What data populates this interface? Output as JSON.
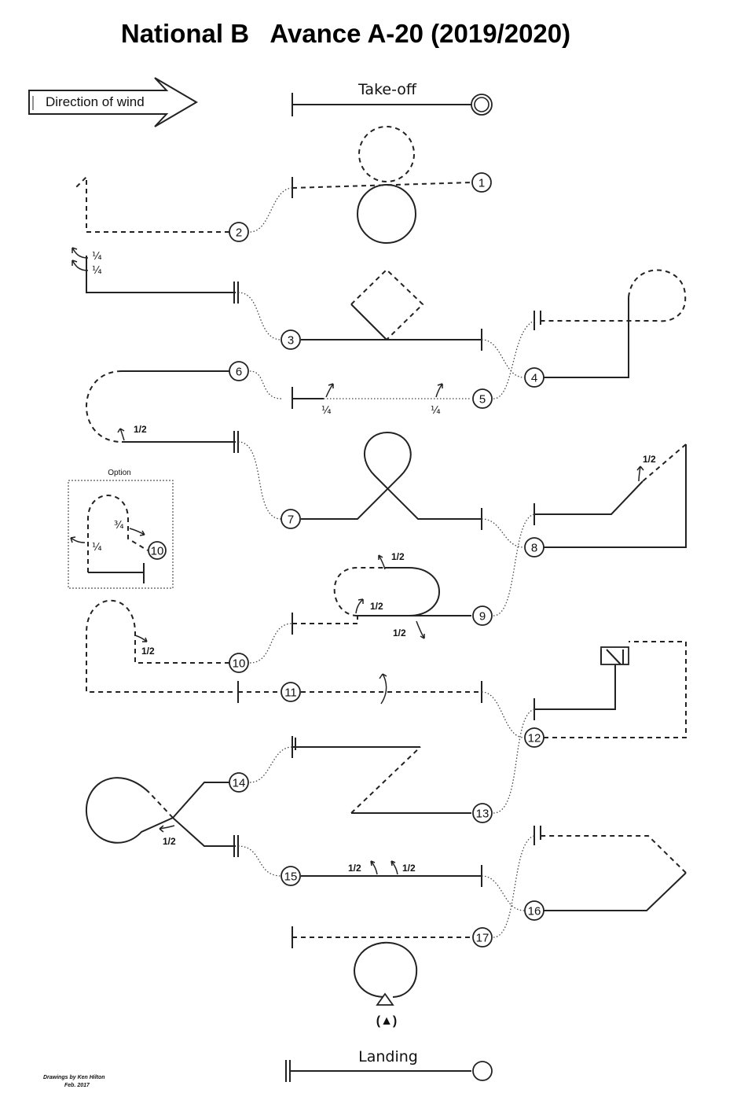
{
  "title": "National B   Avance A-20 (2019/2020)",
  "wind_label": "Direction of wind",
  "takeoff_label": "Take-off",
  "landing_label": "Landing",
  "option_label": "Option",
  "credit_line1": "Drawings by Ken Hilton",
  "credit_line2": "Feb. 2017",
  "figures": [
    "1",
    "2",
    "3",
    "4",
    "5",
    "6",
    "7",
    "8",
    "9",
    "10",
    "11",
    "12",
    "13",
    "14",
    "15",
    "16",
    "17"
  ],
  "option_figure": "10",
  "roll_labels": {
    "fig2_a": "¼",
    "fig2_b": "¼",
    "fig5_a": "¼",
    "fig5_b": "¼",
    "fig6": "1/2",
    "fig8": "1/2",
    "fig9_top": "1/2",
    "fig9_mid": "1/2",
    "fig9_bot": "1/2",
    "fig10": "1/2",
    "option_a": "¾",
    "option_b": "¼",
    "fig14": "1/2",
    "fig15_a": "1/2",
    "fig15_b": "1/2"
  },
  "landing_symbol": "(▲)"
}
